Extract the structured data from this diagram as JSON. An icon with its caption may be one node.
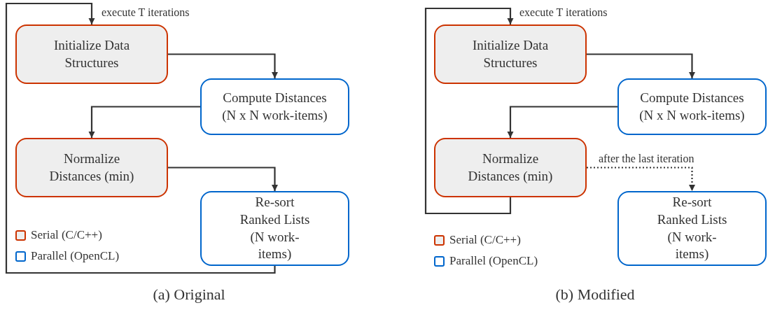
{
  "diagram": {
    "nodes": [
      {
        "text": [
          "Initialize Data Structures"
        ]
      },
      {
        "text": [
          "Compute Distances (N x N work-items)"
        ]
      },
      {
        "text": [
          "Normalize Distances (min)"
        ]
      },
      {
        "text": [
          "Re-sort Ranked Lists (N work-items)"
        ]
      },
      {
        "text": [
          "Initialize Data Structures"
        ]
      },
      {
        "text": [
          "Compute Distances (N x N work-items)"
        ]
      },
      {
        "text": [
          "Normalize Distances (min)"
        ]
      },
      {
        "text": [
          "Re-sort Ranked Lists (N work-items)"
        ]
      }
    ],
    "edges": [
      {
        "from": 0,
        "to": 1,
        "arrow": "to"
      },
      {
        "from": 1,
        "to": 2,
        "arrow": "to"
      },
      {
        "from": 2,
        "to": 3,
        "arrow": "to"
      },
      {
        "from": 3,
        "to": 0,
        "arrow": "to",
        "label": "execute T iterations"
      },
      {
        "from": 4,
        "to": 5,
        "arrow": "to"
      },
      {
        "from": 5,
        "to": 6,
        "arrow": "to"
      },
      {
        "from": 6,
        "to": 7,
        "arrow": "to",
        "label": "after the last iteration",
        "style": "dashed"
      },
      {
        "from": 6,
        "to": 4,
        "arrow": "to",
        "label": "execute T iterations"
      }
    ],
    "labels": [
      "(a) Original",
      "(b) Modified"
    ],
    "legend": [
      {
        "text": "Serial (C/C++)",
        "color": "#cc3300"
      },
      {
        "text": "Parallel (OpenCL)",
        "color": "#0066cc"
      },
      {
        "text": "Serial (C/C++)",
        "color": "#cc3300"
      },
      {
        "text": "Parallel (OpenCL)",
        "color": "#0066cc"
      }
    ]
  }
}
